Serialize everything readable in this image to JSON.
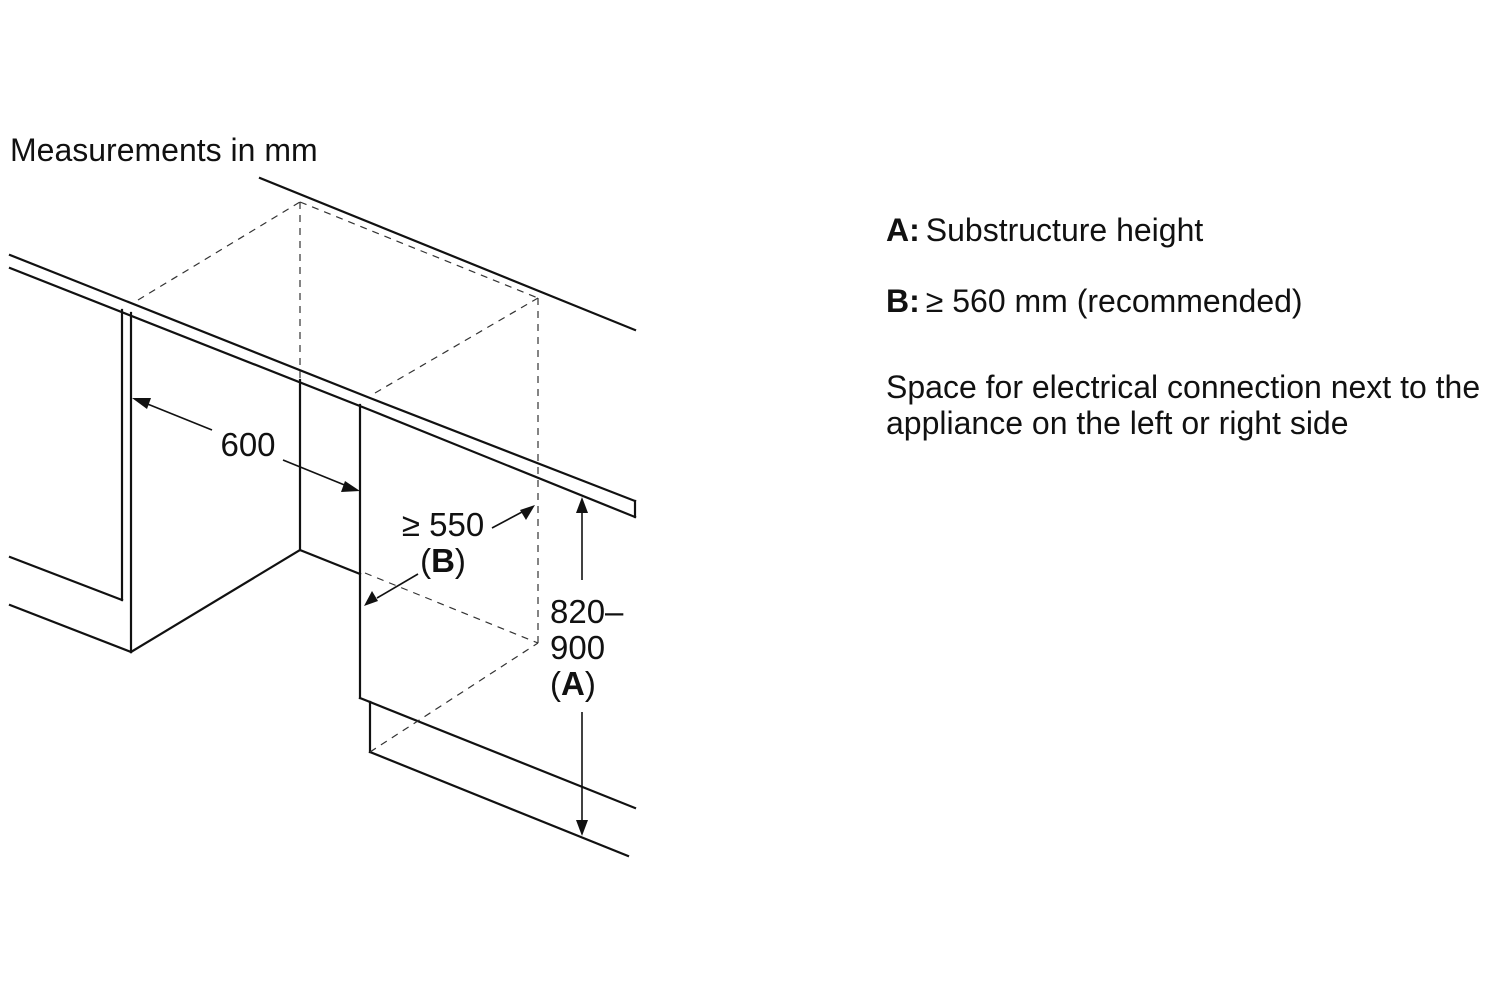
{
  "units_label": "Measurements in mm",
  "dimensions": {
    "width": "600",
    "depth_value": "≥ 550",
    "depth_open": "(",
    "depth_key": "B",
    "depth_close": ")",
    "height_line1": "820–",
    "height_line2": "900",
    "height_open": "(",
    "height_key": "A",
    "height_close": ")"
  },
  "legend": {
    "a_key": "A:",
    "a_text": "Substructure height",
    "b_key": "B:",
    "b_text": "≥ 560 mm (recommended)",
    "note": "Space for electrical connection next to the appliance on the left or right side"
  }
}
